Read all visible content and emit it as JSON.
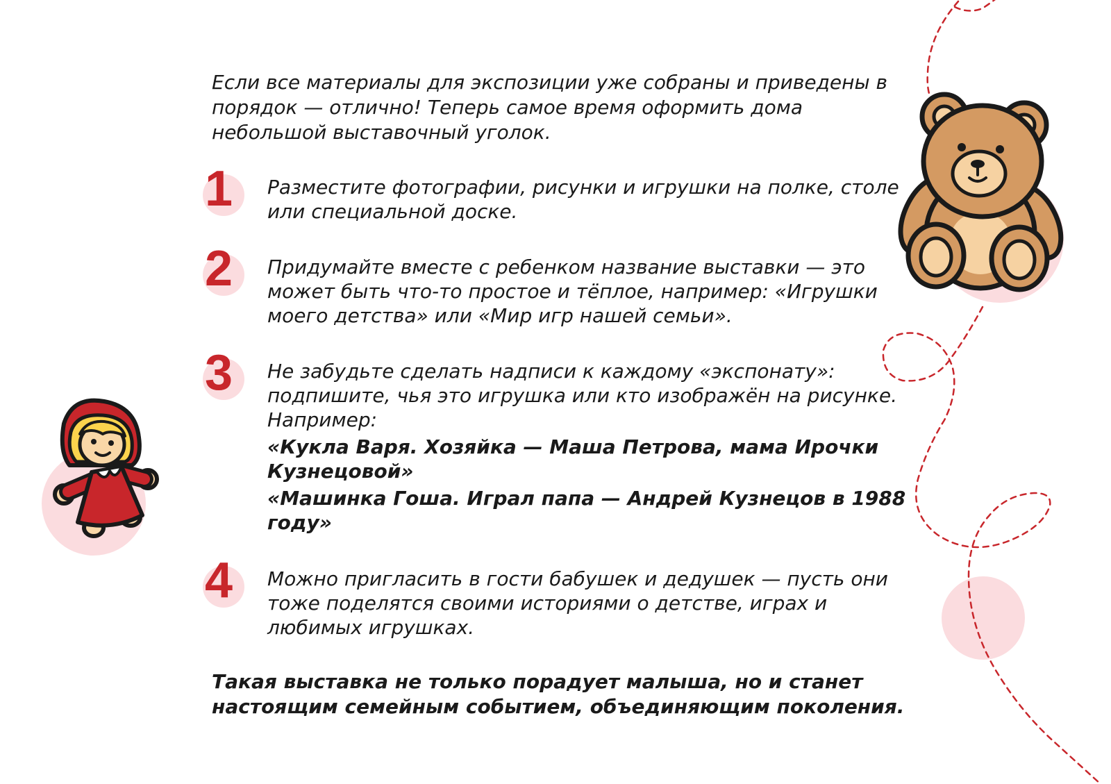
{
  "intro": "Если все материалы для экспозиции уже собраны и приведены в порядок — отлично! Теперь самое время оформить дома небольшой выставочный уголок.",
  "steps": [
    {
      "number": "1",
      "text": "Разместите фотографии, рисунки и игрушки на полке, столе или специальной доске."
    },
    {
      "number": "2",
      "text": "Придумайте вместе с ребенком название выставки — это может быть что-то простое и тёплое, например: «Игрушки моего детства» или «Мир игр нашей семьи»."
    },
    {
      "number": "3",
      "text": "Не забудьте сделать надписи к каждому «экспонату»: подпишите, чья это игрушка или кто изображён на рисунке. Например:",
      "examples": [
        "«Кукла Варя. Хозяйка — Маша Петрова, мама Ирочки Кузнецовой»",
        "«Машинка Гоша. Играл папа — Андрей Кузнецов в 1988 году»"
      ]
    },
    {
      "number": "4",
      "text": "Можно пригласить в гости бабушек и дедушек — пусть они тоже поделятся своими историями о детстве, играх и любимых игрушках."
    }
  ],
  "conclusion": "Такая выставка не только порадует малыша, но и станет настоящим семейным событием, объединяющим поколения.",
  "icons": {
    "bear": "teddy-bear-icon",
    "doll": "doll-icon"
  },
  "colors": {
    "accent_red": "#c8262b",
    "pink_circle": "#fbdcdf",
    "bear_brown": "#d49a62",
    "bear_light": "#f6d2a2",
    "dress_red": "#c8262b",
    "hair_yellow": "#fcd34d",
    "skin": "#f9d7a7"
  }
}
